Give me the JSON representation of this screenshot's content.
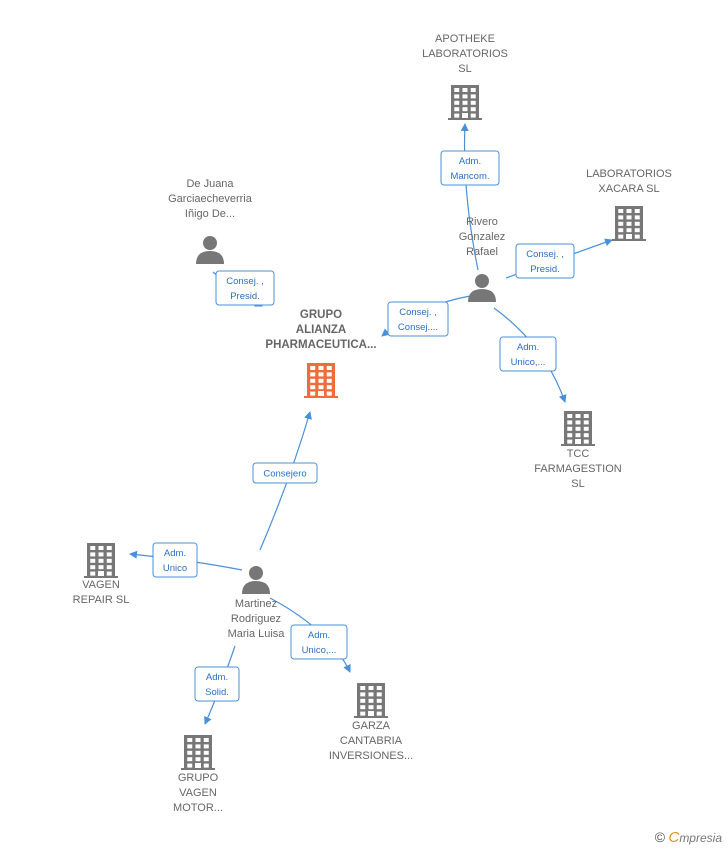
{
  "colors": {
    "company": "#777777",
    "main_company": "#f26b3a",
    "person": "#777777",
    "edge": "#4a90d9"
  },
  "nodes": [
    {
      "id": "grupo_alianza",
      "type": "company",
      "main": true,
      "lines": [
        "GRUPO",
        "ALIANZA",
        "PHARMACEUTICA..."
      ]
    },
    {
      "id": "apotheke",
      "type": "company",
      "lines": [
        "APOTHEKE",
        "LABORATORIOS",
        "SL"
      ]
    },
    {
      "id": "xacara",
      "type": "company",
      "lines": [
        "LABORATORIOS",
        "XACARA  SL"
      ]
    },
    {
      "id": "tcc",
      "type": "company",
      "lines": [
        "TCC",
        "FARMAGESTION",
        "SL"
      ]
    },
    {
      "id": "vagen_repair",
      "type": "company",
      "lines": [
        "VAGEN",
        "REPAIR  SL"
      ]
    },
    {
      "id": "garza",
      "type": "company",
      "lines": [
        "GARZA",
        "CANTABRIA",
        "INVERSIONES..."
      ]
    },
    {
      "id": "vagen_motor",
      "type": "company",
      "lines": [
        "GRUPO",
        "VAGEN",
        "MOTOR..."
      ]
    },
    {
      "id": "de_juana",
      "type": "person",
      "lines": [
        "De Juana",
        "Garciaecheverria",
        "Iñigo De..."
      ]
    },
    {
      "id": "rivero",
      "type": "person",
      "lines": [
        "Rivero",
        "Gonzalez",
        "Rafael"
      ]
    },
    {
      "id": "martinez",
      "type": "person",
      "lines": [
        "Martinez",
        "Rodriguez",
        "Maria Luisa"
      ]
    }
  ],
  "edges": [
    {
      "from": "rivero",
      "to": "apotheke",
      "lines": [
        "Adm.",
        "Mancom."
      ]
    },
    {
      "from": "rivero",
      "to": "xacara",
      "lines": [
        "Consej. ,",
        "Presid."
      ]
    },
    {
      "from": "rivero",
      "to": "grupo_alianza",
      "lines": [
        "Consej. ,",
        "Consej...."
      ]
    },
    {
      "from": "rivero",
      "to": "tcc",
      "lines": [
        "Adm.",
        "Unico,..."
      ]
    },
    {
      "from": "de_juana",
      "to": "grupo_alianza",
      "lines": [
        "Consej. ,",
        "Presid."
      ]
    },
    {
      "from": "martinez",
      "to": "grupo_alianza",
      "lines": [
        "Consejero"
      ]
    },
    {
      "from": "martinez",
      "to": "vagen_repair",
      "lines": [
        "Adm.",
        "Unico"
      ]
    },
    {
      "from": "martinez",
      "to": "garza",
      "lines": [
        "Adm.",
        "Unico,..."
      ]
    },
    {
      "from": "martinez",
      "to": "vagen_motor",
      "lines": [
        "Adm.",
        "Solid."
      ]
    }
  ],
  "brand": {
    "copyright": "©",
    "first": "C",
    "rest": "mpresia"
  }
}
